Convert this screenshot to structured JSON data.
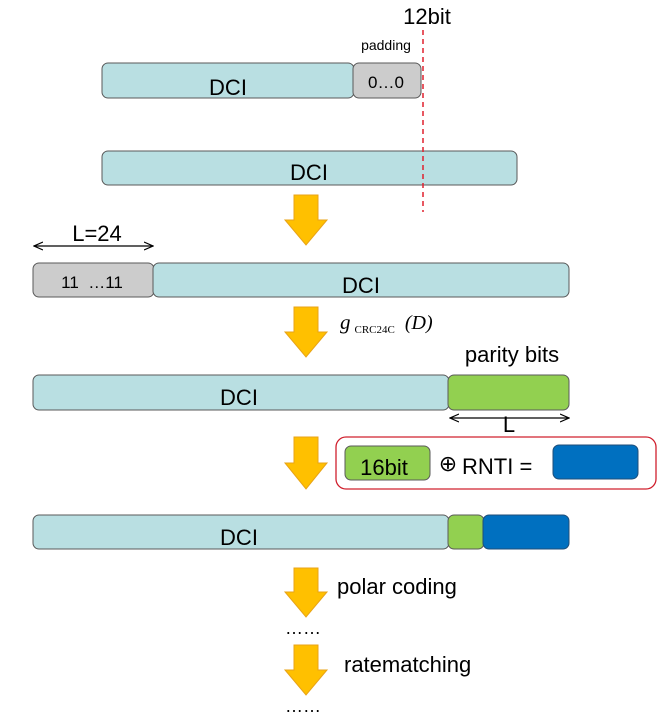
{
  "top_marker": {
    "label": "12bit"
  },
  "row1": {
    "dci_label": "DCI",
    "padding_label": "padding",
    "padding_value": "0…0"
  },
  "row2": {
    "dci_label": "DCI"
  },
  "row3": {
    "length_label": "L=24",
    "ones_label": "11  …11",
    "dci_label": "DCI"
  },
  "crc": {
    "symbol": "g",
    "subscript": "CRC24C",
    "argument": "(D)"
  },
  "row4": {
    "dci_label": "DCI",
    "parity_label": "parity bits",
    "length_label": "L"
  },
  "xor_box": {
    "bits_label": "16bit",
    "operator": "⊕",
    "rnti_label": "RNTI ="
  },
  "row5": {
    "dci_label": "DCI"
  },
  "step_polar": {
    "label": "polar coding",
    "ellipsis": "……"
  },
  "step_rate": {
    "label": "ratematching",
    "ellipsis": "……"
  },
  "colors": {
    "dci": "#b9dfe2",
    "padding": "#cccccc",
    "parity": "#92d050",
    "rnti": "#0070c0",
    "arrow": "#ffc000",
    "arrow_edge": "#e8a317",
    "dashed": "#e0202e",
    "xor_border": "#d0202e"
  }
}
